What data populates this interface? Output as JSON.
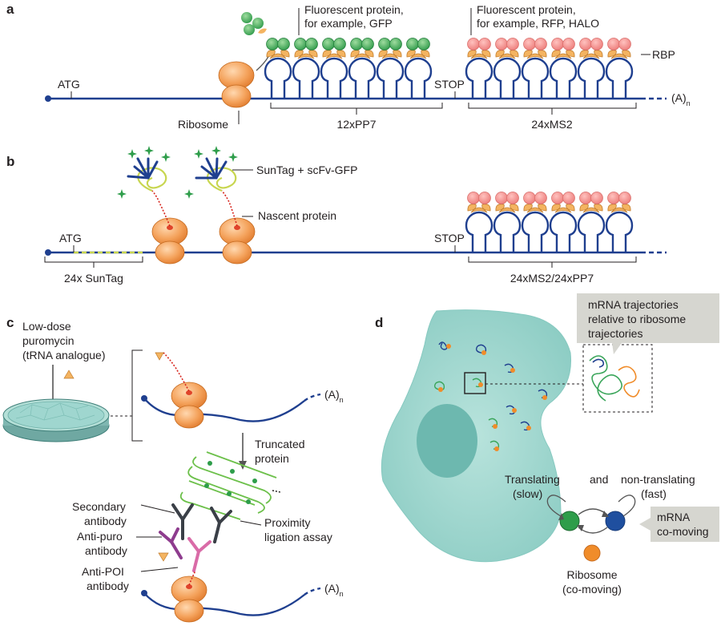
{
  "panels": {
    "a": {
      "letter": "a",
      "atg": "ATG",
      "stop": "STOP",
      "ribosome": "Ribosome",
      "fp_green": [
        "Fluorescent protein,",
        "for example, GFP"
      ],
      "fp_red": [
        "Fluorescent protein,",
        "for example, RFP, HALO"
      ],
      "rbp": "RBP",
      "pp7": "12xPP7",
      "ms2": "24xMS2",
      "polya": "(A)",
      "polya_sub": "n"
    },
    "b": {
      "letter": "b",
      "atg": "ATG",
      "stop": "STOP",
      "suntag_scfv": "SunTag + scFv-GFP",
      "nascent": "Nascent protein",
      "suntag24": "24x SunTag",
      "ms2pp7": "24xMS2/24xPP7"
    },
    "c": {
      "letter": "c",
      "puro": [
        "Low-dose",
        "puromycin",
        "(tRNA analogue)"
      ],
      "truncated": [
        "Truncated",
        "protein"
      ],
      "pla": [
        "Proximity",
        "ligation assay"
      ],
      "secondary": [
        "Secondary",
        "antibody"
      ],
      "antipuro": [
        "Anti-puro",
        "antibody"
      ],
      "antipoi": [
        "Anti-POI",
        "antibody"
      ],
      "polya": "(A)",
      "polya_sub": "n"
    },
    "d": {
      "letter": "d",
      "callout": [
        "mRNA trajectories",
        "relative to ribosome",
        "trajectories"
      ],
      "translating": [
        "Translating",
        "(slow)"
      ],
      "and": "and",
      "nontranslating": [
        "non-translating",
        "(fast)"
      ],
      "comoving": [
        "mRNA",
        "co-moving"
      ],
      "ribosome": [
        "Ribosome",
        "(co-moving)"
      ]
    }
  },
  "colors": {
    "mrna": "#1f3f8f",
    "ribosome": "#f0a060",
    "rbp": "#f4b461",
    "gfp": "#3aa55a",
    "rfp": "#f08a87",
    "cell": "#9fd6cf",
    "suntag_linker": "#c8d650",
    "antibody_purple": "#8e3c8e"
  }
}
